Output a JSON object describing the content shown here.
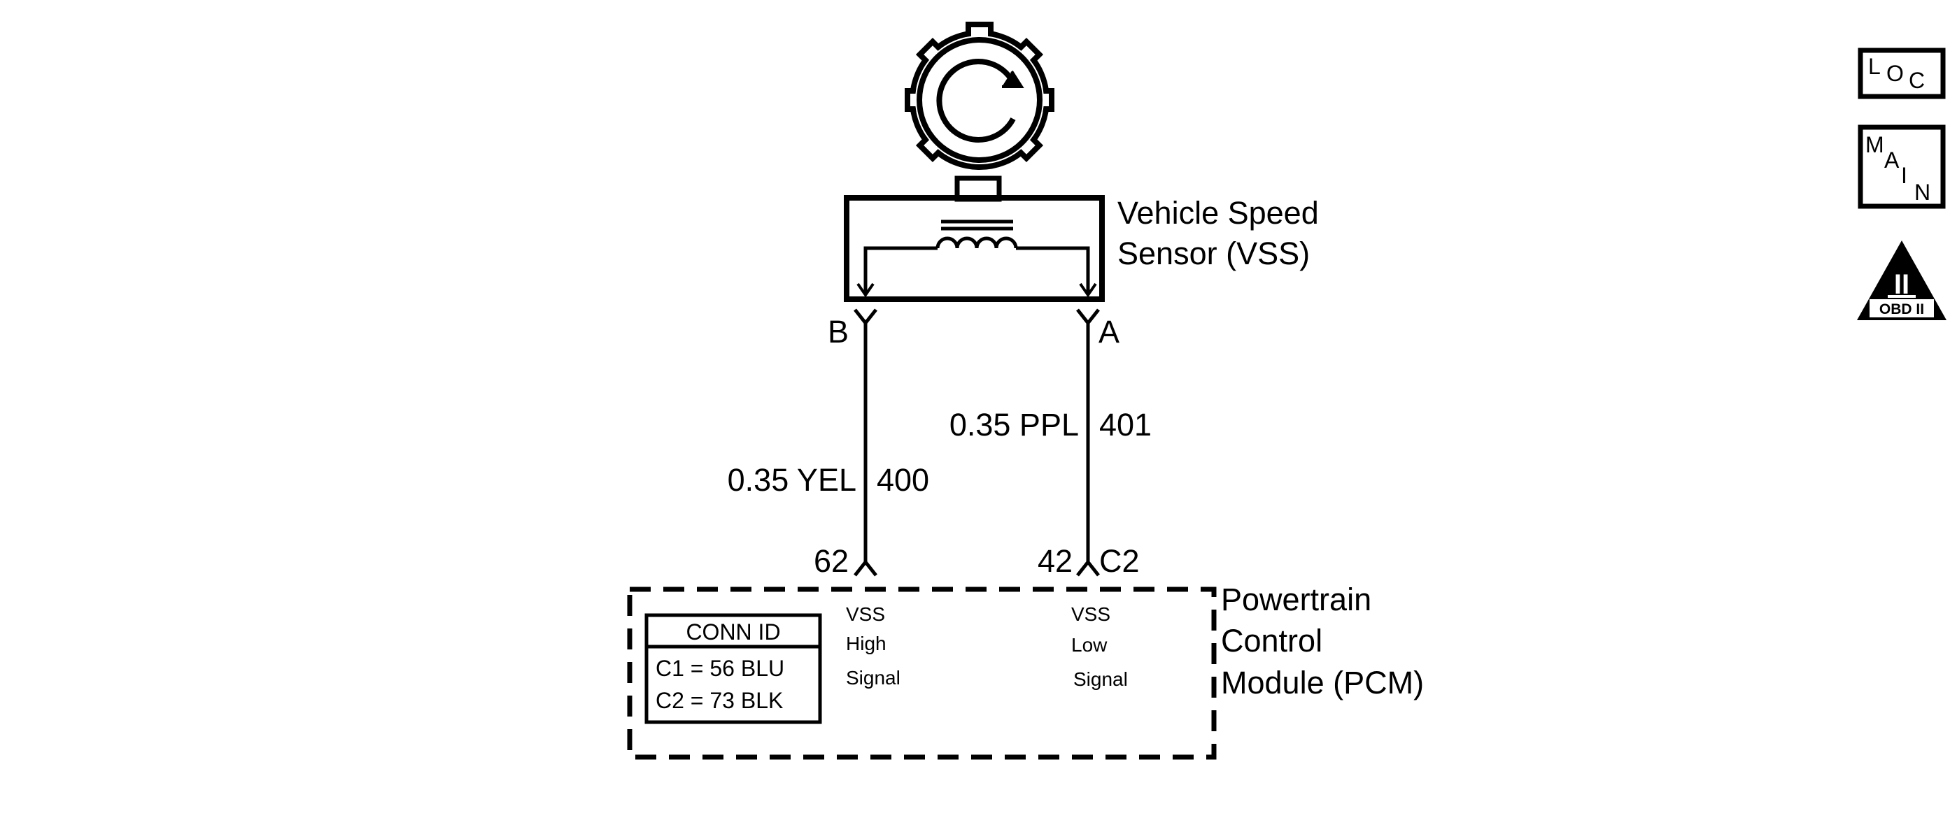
{
  "sensor": {
    "name_line1": "Vehicle Speed",
    "name_line2": "Sensor (VSS)",
    "pin_b": "B",
    "pin_a": "A"
  },
  "wires": [
    {
      "gauge_color": "0.35 YEL",
      "circuit": "400"
    },
    {
      "gauge_color": "0.35 PPL",
      "circuit": "401"
    }
  ],
  "pcm": {
    "pin_high": "62",
    "pin_low": "42",
    "connector": "C2",
    "name_line1": "Powertrain",
    "name_line2": "Control",
    "name_line3": "Module (PCM)",
    "high_line1": "VSS",
    "high_line2": "High",
    "high_line3": "Signal",
    "low_line1": "VSS",
    "low_line2": "Low",
    "low_line3": "Signal"
  },
  "conn_table": {
    "header": "CONN ID",
    "row1": "C1 = 56 BLU",
    "row2": "C2 = 73 BLK"
  },
  "side_icons": {
    "loc": [
      "L",
      "O",
      "C"
    ],
    "main": [
      "M",
      "A",
      "I",
      "N"
    ],
    "obd_roman": "II",
    "obd_label": "OBD II"
  }
}
